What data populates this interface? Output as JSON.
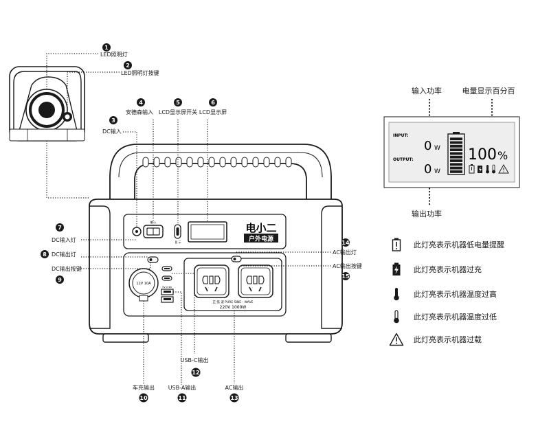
{
  "callouts": [
    {
      "num": "1",
      "label": "LED照明灯"
    },
    {
      "num": "2",
      "label": "LED照明灯按键"
    },
    {
      "num": "3",
      "label": "DC输入"
    },
    {
      "num": "4",
      "label": "安德森输入"
    },
    {
      "num": "5",
      "label": "LCD显示屏开关"
    },
    {
      "num": "6",
      "label": "LCD显示屏"
    },
    {
      "num": "7",
      "label": "DC输入灯"
    },
    {
      "num": "8",
      "label": "DC输出灯"
    },
    {
      "num": "9",
      "label": "DC输出按键"
    },
    {
      "num": "10",
      "label": "车充输出"
    },
    {
      "num": "11",
      "label": "USB-A输出"
    },
    {
      "num": "12",
      "label": "USB-C输出"
    },
    {
      "num": "13",
      "label": "AC输出"
    },
    {
      "num": "14",
      "label": "AC输出灯"
    },
    {
      "num": "15",
      "label": "AC输出按键"
    }
  ],
  "device": {
    "brand": "电小二",
    "subbrand": "户外电源",
    "socket_text_1": "正 弦 波 PURE SINE - WAVE",
    "socket_text_2": "220V 1000W",
    "car_port_text": "12V 10A",
    "lcd_switch_text": "显 示",
    "usb_a_text": "5V 2.4A",
    "input_small_text": "输 入"
  },
  "lcd": {
    "title_input": "输入功率",
    "title_percent": "电量显示百分百",
    "title_output": "输出功率",
    "input_label": "INPUT:",
    "output_label": "OUTPUT:",
    "input_value": "0",
    "output_value": "0",
    "unit": "W",
    "percent_value": "100",
    "percent_sign": "%"
  },
  "legend": [
    {
      "icon": "low-battery-icon",
      "text": "此灯亮表示机器低电量提醒"
    },
    {
      "icon": "overcharge-icon",
      "text": "此灯亮表示机器过充"
    },
    {
      "icon": "high-temp-icon",
      "text": "此灯亮表示机器温度过高"
    },
    {
      "icon": "low-temp-icon",
      "text": "此灯亮表示机器温度过低"
    },
    {
      "icon": "overload-icon",
      "text": "此灯亮表示机器过载"
    }
  ]
}
